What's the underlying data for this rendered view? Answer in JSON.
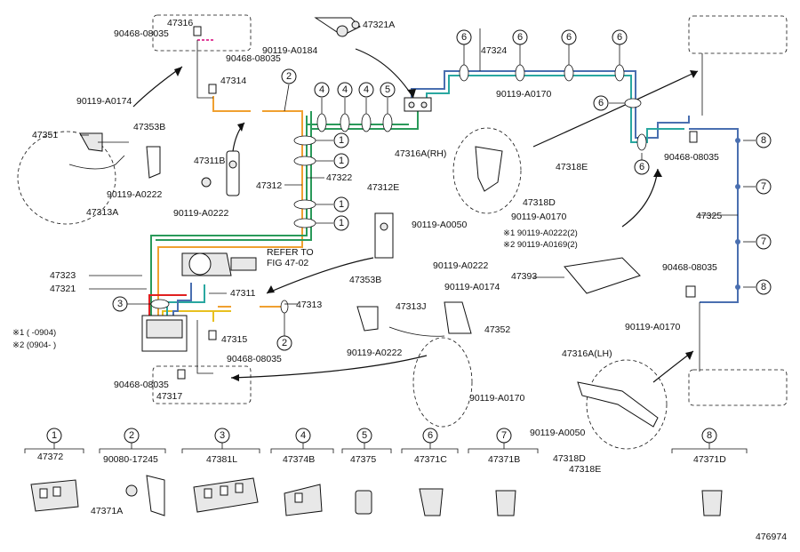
{
  "diagram_id": "476974",
  "colors": {
    "orange": "#f0a030",
    "green": "#2a9a5a",
    "blue": "#4a6fb0",
    "teal": "#2aa7a0",
    "red": "#e02020",
    "yellow": "#e8c020",
    "pink": "#e0409a"
  },
  "labels": {
    "p47316": "47316",
    "p90468_a": "90468-08035",
    "p90468_b": "90468-08035",
    "p47321A": "47321A",
    "p90119_A0184": "90119-A0184",
    "p47324": "47324",
    "p47314": "47314",
    "p90119_A0174_a": "90119-A0174",
    "p47351": "47351",
    "p47353B_a": "47353B",
    "p47311B": "47311B",
    "p90119_A0222_a": "90119-A0222",
    "p47313A": "47313A",
    "p90119_A0222_b": "90119-A0222",
    "p47312": "47312",
    "p47322": "47322",
    "p90119_A0170_a": "90119-A0170",
    "p47316A_RH": "47316A(RH)",
    "p47318E_a": "47318E",
    "p47318D_a": "47318D",
    "p90119_A0050_a": "90119-A0050",
    "p90119_A0170_b": "90119-A0170",
    "p47312E": "47312E",
    "refer1": "REFER TO",
    "refer2": "FIG 47-02",
    "p90119_A0222_c": "90119-A0222",
    "p90468_c": "90468-08035",
    "p47325": "47325",
    "note1": "※1 90119-A0222(2)",
    "note2": "※2 90119-A0169(2)",
    "p47393": "47393",
    "p90468_d": "90468-08035",
    "p47323": "47323",
    "p47321": "47321",
    "p47311": "47311",
    "p47313": "47313",
    "p47353B_b": "47353B",
    "p47313J": "47313J",
    "p90119_A0174_b": "90119-A0174",
    "p47352": "47352",
    "p47315": "47315",
    "p90468_e": "90468-08035",
    "legend1": "※1 (      -0904)",
    "legend2": "※2 (0904-      )",
    "p90468_f": "90468-08035",
    "p47317": "47317",
    "p90119_A0222_d": "90119-A0222",
    "p90119_A0170_c": "90119-A0170",
    "p47316A_LH": "47316A(LH)",
    "p90119_A0170_d": "90119-A0170",
    "p90119_A0050_b": "90119-A0050",
    "p47318D_b": "47318D",
    "p47318E_b": "47318E"
  },
  "callouts": {
    "c2a": "2",
    "c4a": "4",
    "c4b": "4",
    "c5a": "5",
    "c1a": "1",
    "c1b": "1",
    "c1c": "1",
    "c1d": "1",
    "c3a": "3",
    "c2b": "2",
    "c6a": "6",
    "c6b": "6",
    "c6c": "6",
    "c6d": "6",
    "c6e": "6",
    "c6f": "6",
    "c8a": "8",
    "c7a": "7",
    "c7b": "7",
    "c8b": "8"
  },
  "bottom_parts": [
    {
      "num": "1",
      "part": "47372",
      "sub": ""
    },
    {
      "num": "2",
      "part": "90080-17245",
      "sub": "47371A"
    },
    {
      "num": "3",
      "part": "47381L",
      "sub": ""
    },
    {
      "num": "4",
      "part": "47374B",
      "sub": ""
    },
    {
      "num": "5",
      "part": "47375",
      "sub": ""
    },
    {
      "num": "6",
      "part": "47371C",
      "sub": ""
    },
    {
      "num": "7",
      "part": "47371B",
      "sub": ""
    },
    {
      "num": "8",
      "part": "47371D",
      "sub": ""
    }
  ]
}
